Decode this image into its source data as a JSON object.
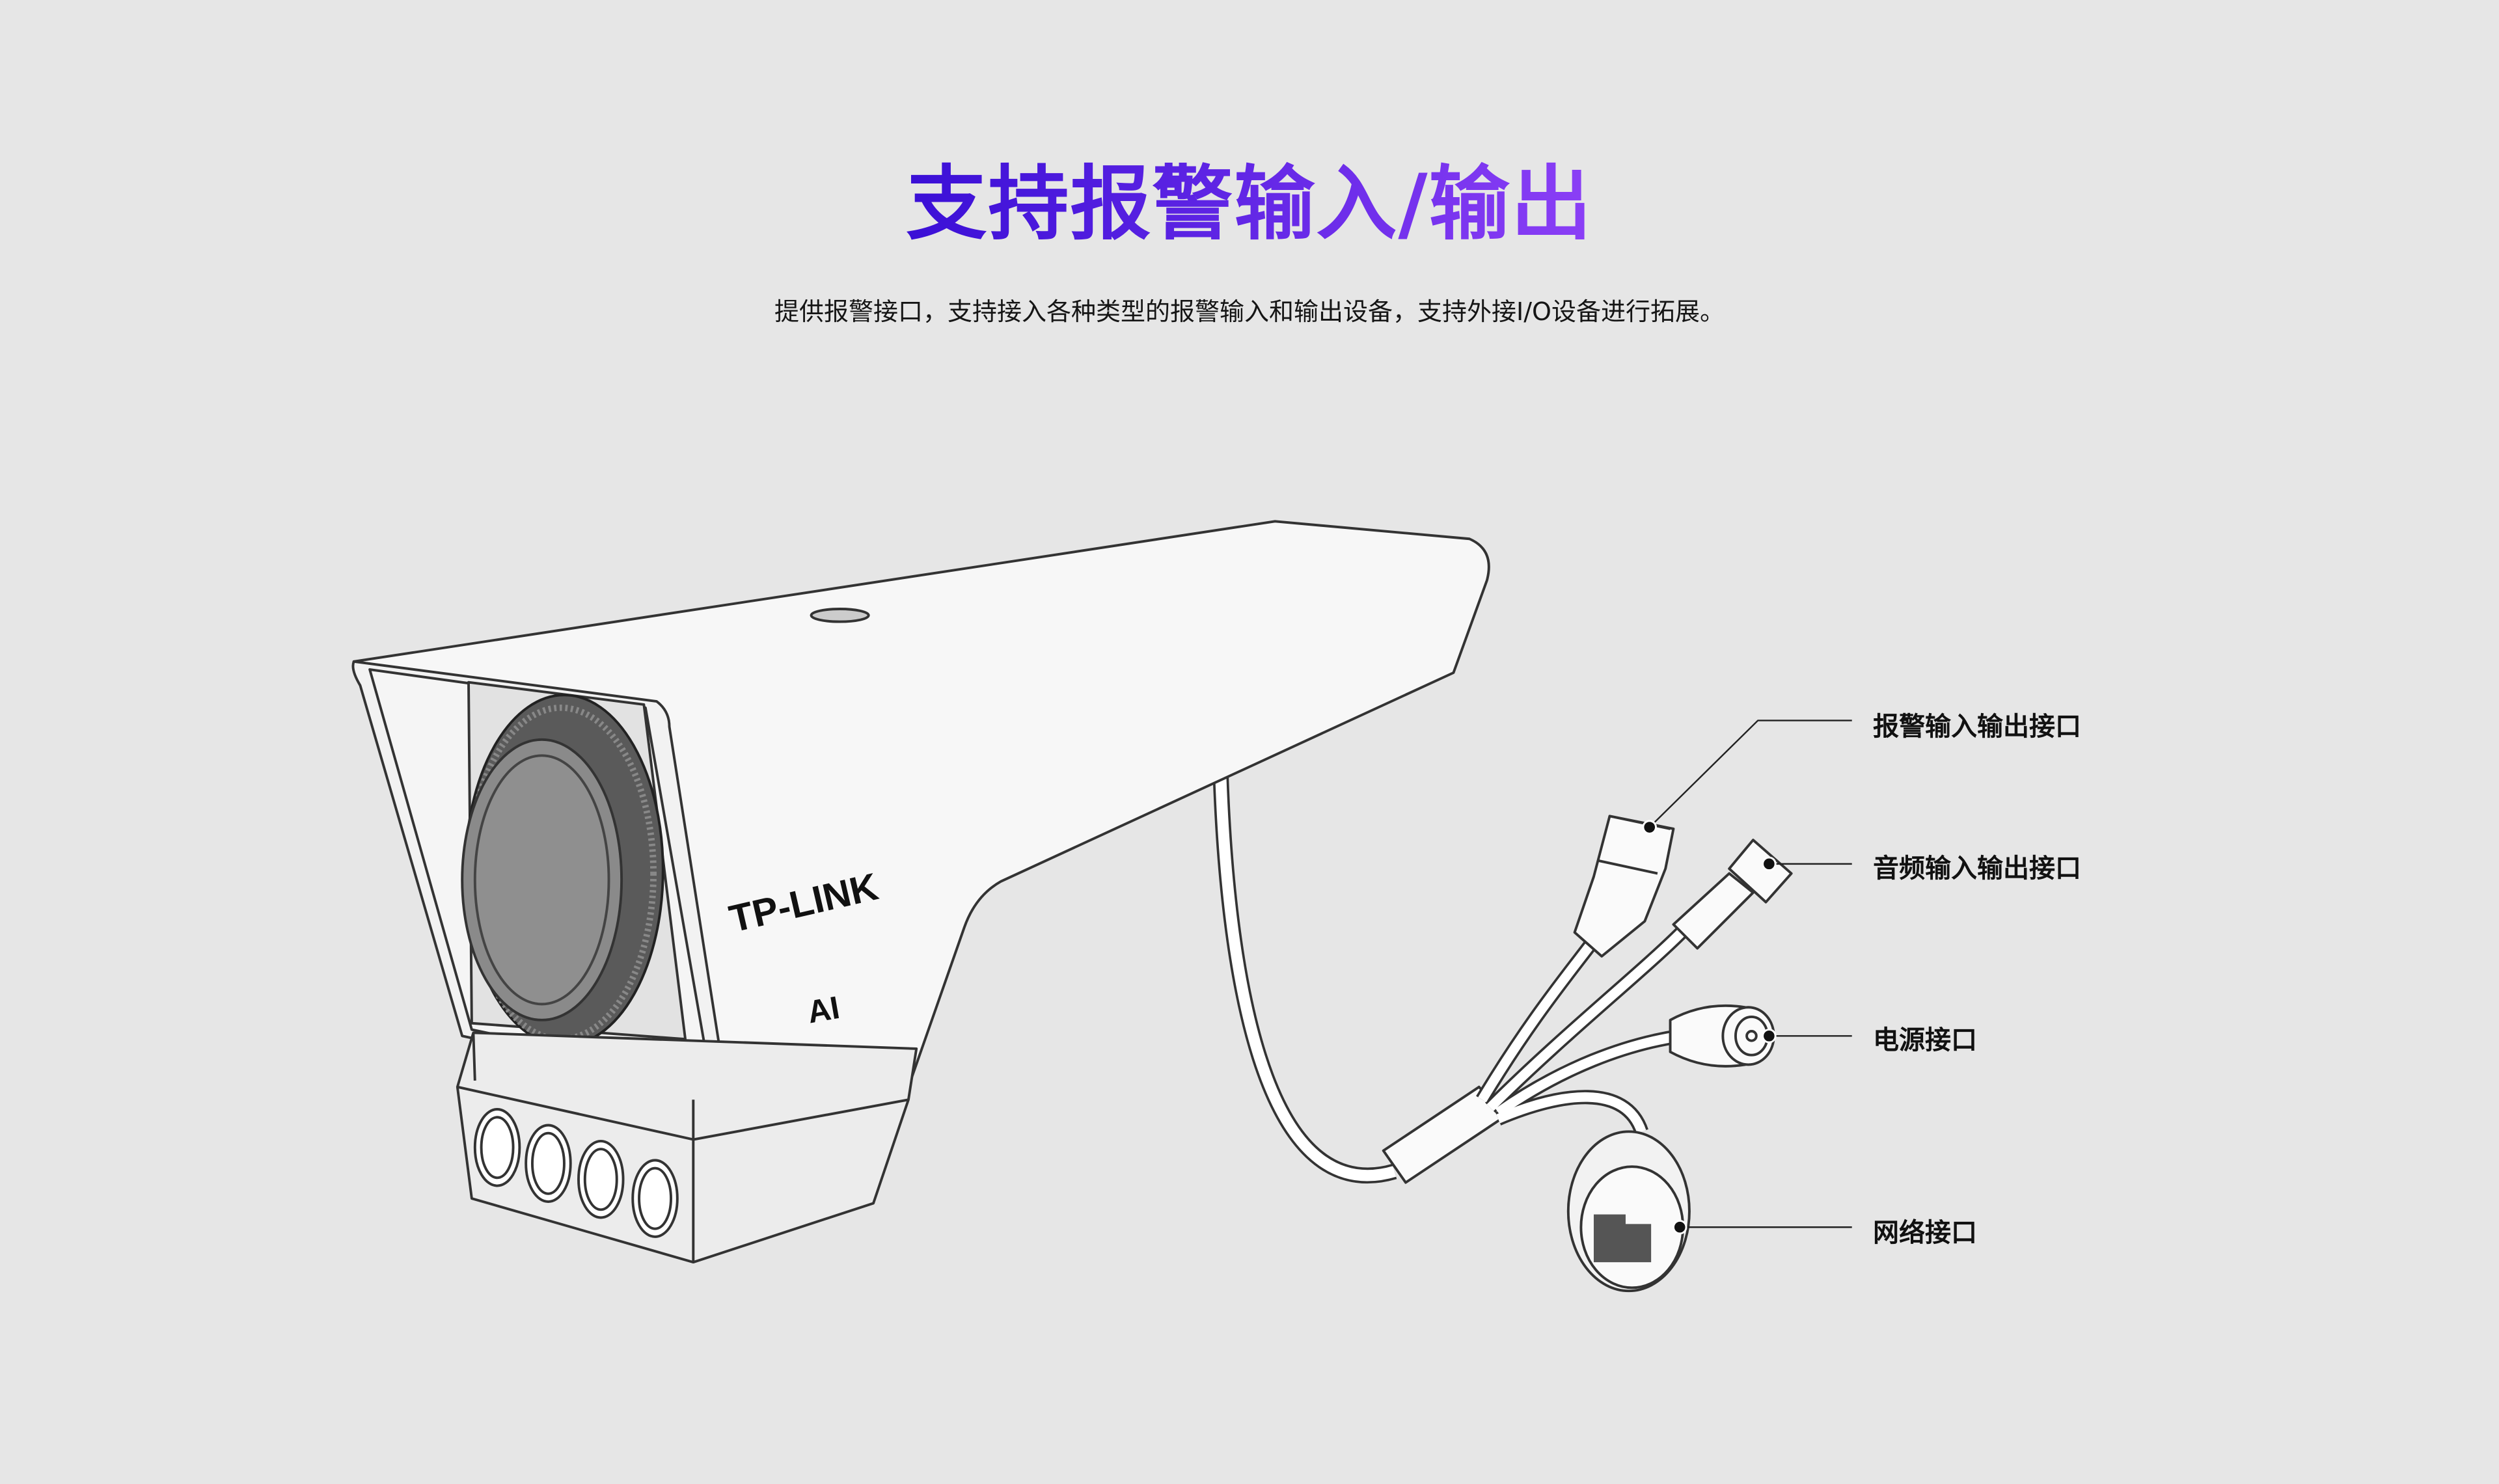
{
  "header": {
    "title": "支持报警输入/输出",
    "subtitle": "提供报警接口，支持接入各种类型的报警输入和输出设备，支持外接I/O设备进行拓展。"
  },
  "product": {
    "brand_logo": "TP-LINK",
    "ai_logo": "AI"
  },
  "callouts": [
    {
      "label": "报警输入输出接口"
    },
    {
      "label": "音频输入输出接口"
    },
    {
      "label": "电源接口"
    },
    {
      "label": "网络接口"
    }
  ],
  "colors": {
    "title_start": "#3a0fd6",
    "title_end": "#8b3ff6",
    "background": "#e6e6e6"
  }
}
